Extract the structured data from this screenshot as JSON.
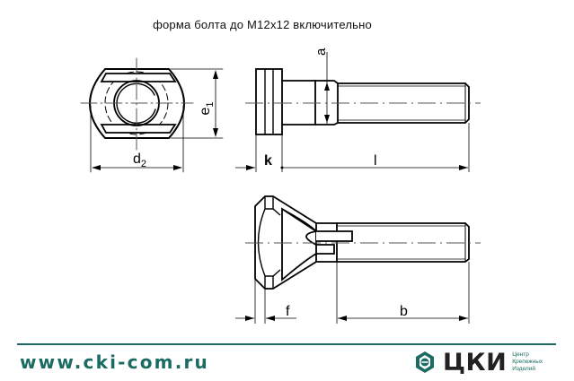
{
  "header": {
    "title": "форма болта до М12х12 включительно"
  },
  "drawing": {
    "end_view": {
      "dims": {
        "d": "d",
        "d_sub": "2",
        "e": "e",
        "e_sub": "1"
      }
    },
    "side_view_top": {
      "dims": {
        "a": "a",
        "k": "k",
        "l": "l"
      }
    },
    "side_view_bottom": {
      "dims": {
        "f": "f",
        "b": "b"
      }
    },
    "line_color": "#000000",
    "centerline_color": "#555555"
  },
  "footer": {
    "url": "www.cki-com.ru",
    "brand": "ЦКИ",
    "brand_sub": [
      "Центр",
      "Крепежных",
      "Изделий"
    ],
    "accent_color": "#1b6b62",
    "brand_text_color": "#222222"
  }
}
